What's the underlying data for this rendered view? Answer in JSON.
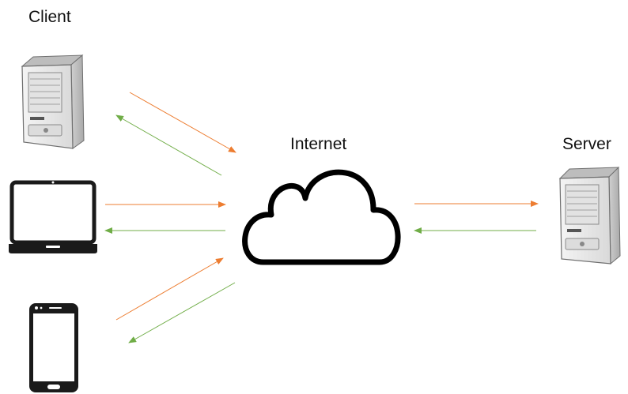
{
  "labels": {
    "client": "Client",
    "internet": "Internet",
    "server": "Server"
  },
  "colors": {
    "request_arrow": "#ed7d31",
    "response_arrow": "#70ad47",
    "cloud_stroke": "#000000",
    "device_dark": "#1a1a1a",
    "server_body": "#e8e8e8"
  },
  "icons": {
    "client_desktop": "desktop-tower-icon",
    "client_laptop": "laptop-icon",
    "client_phone": "smartphone-icon",
    "internet": "cloud-icon",
    "server": "server-tower-icon"
  }
}
